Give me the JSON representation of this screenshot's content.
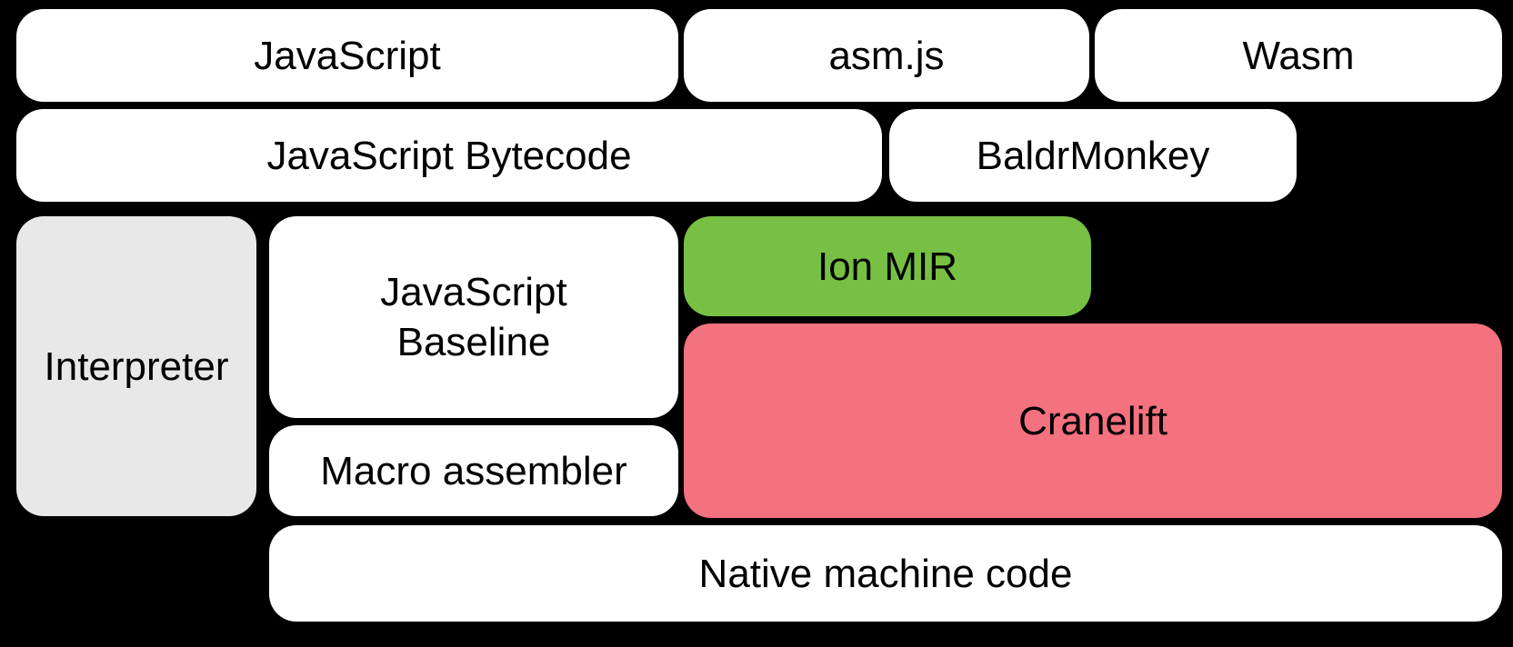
{
  "canvas": {
    "background": "#000000",
    "text_color": "#000000"
  },
  "boxes": {
    "javascript": {
      "label": "JavaScript",
      "fill": "#ffffff"
    },
    "asm_js": {
      "label": "asm.js",
      "fill": "#ffffff"
    },
    "wasm": {
      "label": "Wasm",
      "fill": "#ffffff"
    },
    "javascript_bytecode": {
      "label": "JavaScript Bytecode",
      "fill": "#ffffff"
    },
    "baldrmonkey": {
      "label": "BaldrMonkey",
      "fill": "#ffffff"
    },
    "interpreter": {
      "label": "Interpreter",
      "fill": "#e8e8e8"
    },
    "javascript_baseline": {
      "label": "JavaScript Baseline",
      "fill": "#ffffff"
    },
    "ion_mir": {
      "label": "Ion MIR",
      "fill": "#77c043"
    },
    "cranelift": {
      "label": "Cranelift",
      "fill": "#f4717f"
    },
    "macro_assembler": {
      "label": "Macro assembler",
      "fill": "#ffffff"
    },
    "native_machine_code": {
      "label": "Native machine code",
      "fill": "#ffffff"
    }
  }
}
